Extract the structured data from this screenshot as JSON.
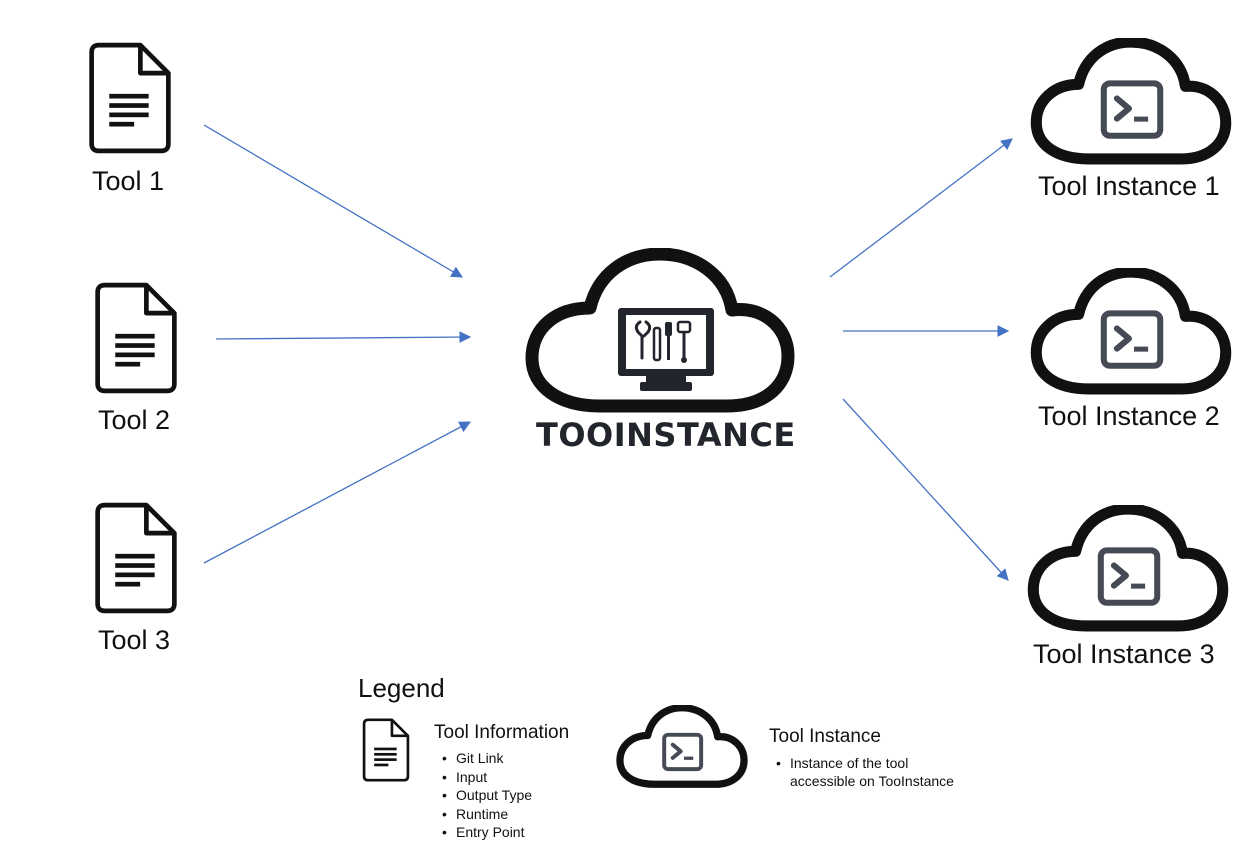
{
  "tools": [
    {
      "label": "Tool 1"
    },
    {
      "label": "Tool 2"
    },
    {
      "label": "Tool 3"
    }
  ],
  "center": {
    "brand": "TOOINSTANCE",
    "icon": "cloud-monitor-tools-icon"
  },
  "instances": [
    {
      "label": "Tool Instance 1"
    },
    {
      "label": "Tool Instance 2"
    },
    {
      "label": "Tool Instance 3"
    }
  ],
  "legend": {
    "title": "Legend",
    "tool_info": {
      "title": "Tool Information",
      "items": [
        "Git Link",
        "Input",
        "Output Type",
        "Runtime",
        "Entry Point"
      ]
    },
    "tool_instance": {
      "title": "Tool Instance",
      "desc_line1": "Instance of the tool",
      "desc_line2": "accessible on TooInstance"
    }
  },
  "colors": {
    "arrow": "#4472c4",
    "icon_stroke": "#111111",
    "terminal": "#454a54",
    "monitor": "#22252b"
  }
}
